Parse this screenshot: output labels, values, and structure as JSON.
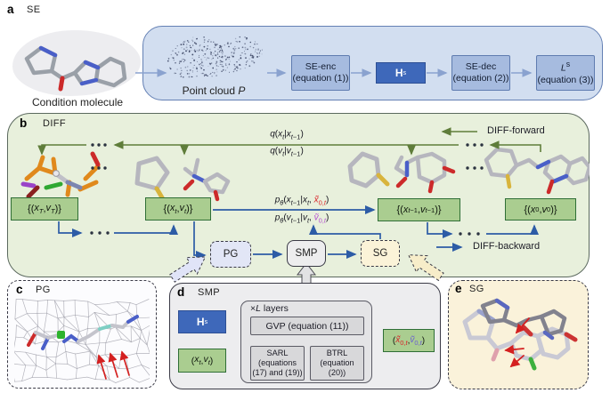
{
  "panel_a": {
    "tag": "a",
    "title": "SE",
    "condition_label": "Condition molecule",
    "point_cloud_label_html": "Point cloud <i>P</i>",
    "enc_l1": "SE-enc",
    "enc_l2": "(equation (1))",
    "h_html": "H<sup>s</sup>",
    "dec_l1": "SE-dec",
    "dec_l2": "(equation (2))",
    "loss_l1_html": "<i>L</i><sup>s</sup>",
    "loss_l2": "(equation (3))"
  },
  "panel_b": {
    "tag": "b",
    "title": "DIFF",
    "forward_label": "DIFF-forward",
    "backward_label": "DIFF-backward",
    "q_x_html": "<i>q</i>(<i>x<sub>t</sub></i>|<i>x</i><sub><i>t</i>−1</sub>)",
    "q_v_html": "<i>q</i>(<i>v<sub>t</sub></i>|<i>v</i><sub><i>t</i>−1</sub>)",
    "p_x_html": "<i>p<sub>θ</sub></i>(<i>x</i><sub><i>t</i>−1</sub>|<i>x<sub>t</sub></i>, <span class=\"c-red\"><i>x̃</i><sub>0,<i>t</i></sub></span>)",
    "p_v_html": "<i>p<sub>θ</sub></i>(<i>v</i><sub><i>t</i>−1</sub>|<i>v<sub>t</sub></i>, <span class=\"c-mag\"><i>ṽ</i><sub>0,<i>t</i></sub></span>)",
    "state_T_html": "{(<i>x<sub>T</sub></i>, <i>v<sub>T</sub></i>)}",
    "state_t_html": "{(<i>x<sub>t</sub></i>, <i>v<sub>t</sub></i>)}",
    "state_t1_html": "{(<i>x</i><sub><i>t</i>−1</sub>, <i>v</i><sub><i>t</i>−1</sub>)}",
    "state_0_html": "{(<i>x</i><sub>0</sub>, <i>v</i><sub>0</sub>)}",
    "pg_label": "PG",
    "smp_label": "SMP",
    "sg_label": "SG"
  },
  "panel_c": {
    "tag": "c",
    "title": "PG"
  },
  "panel_d": {
    "tag": "d",
    "title": "SMP",
    "h_html": "H<sup>s</sup>",
    "input_html": "(<i>x<sub>t</sub></i>, <i>v<sub>t</sub></i>)",
    "layers_html": "×<i>L</i> layers",
    "gvp_label": "GVP (equation (11))",
    "sarl_l1": "SARL",
    "sarl_l2": "(equations",
    "sarl_l3": "(17) and (19))",
    "btrl_l1": "BTRL",
    "btrl_l2": "(equation",
    "btrl_l3": "(20))",
    "output_html": "(<span class=\"c-red\"><i>x̃</i><sub>0,<i>t</i></sub></span>, <span class=\"c-vio\"><i>ṽ</i><sub>0,<i>t</i></sub></span>)"
  },
  "panel_e": {
    "tag": "e",
    "title": "SG"
  },
  "colors": {
    "accent_blue": "#3e68ba",
    "panel_a_fill": "#d2def0",
    "panel_b_fill": "#e8f0dc",
    "state_green": "#aacd90",
    "forward_green": "#5f7d3a",
    "backward_blue": "#2d5ca6",
    "pred_x_red": "#d9262c",
    "pred_v_magenta": "#b44fd0",
    "pred_v_violet": "#6b5fd0",
    "pg_fill": "#e2e6f6",
    "smp_fill": "#ededee",
    "sg_fill": "#fbf3d8",
    "panel_e_fill": "#faf2da"
  }
}
